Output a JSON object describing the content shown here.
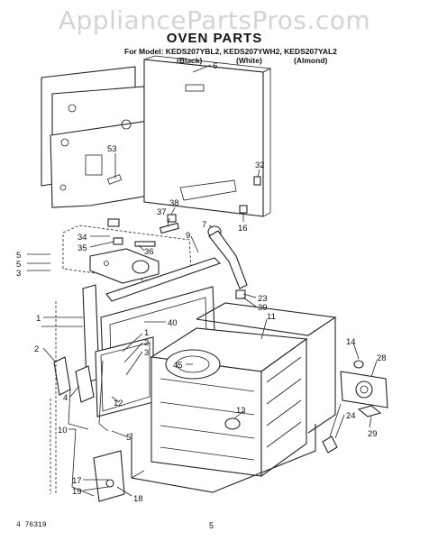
{
  "watermark": "AppliancePartsPros.com",
  "title": "OVEN PARTS",
  "models_line": "For Model: KEDS207YBL2, KEDS207YWH2, KEDS207YAL2",
  "variants": [
    "(Black)",
    "(White)",
    "(Almond)"
  ],
  "footer_code": "4 76319",
  "page_number": "5",
  "callouts": {
    "c6": "6",
    "c53": "53",
    "c32": "32",
    "c38": "38",
    "c37": "37",
    "c7": "7",
    "c9": "9",
    "c16": "16",
    "c34": "34",
    "c35": "35",
    "c36": "36",
    "c5a": "5",
    "c5b": "5",
    "c3a": "3",
    "c23": "23",
    "c39": "39",
    "c11": "11",
    "c40": "40",
    "c1a": "1",
    "c2a": "2",
    "c1b": "1",
    "c2b": "2",
    "c3b": "3",
    "c14": "14",
    "c28": "28",
    "c45": "45",
    "c4": "4",
    "c10": "10",
    "c12": "12",
    "c5c": "5",
    "c13": "13",
    "c24": "24",
    "c29": "29",
    "c17": "17",
    "c19": "19",
    "c18": "18"
  }
}
